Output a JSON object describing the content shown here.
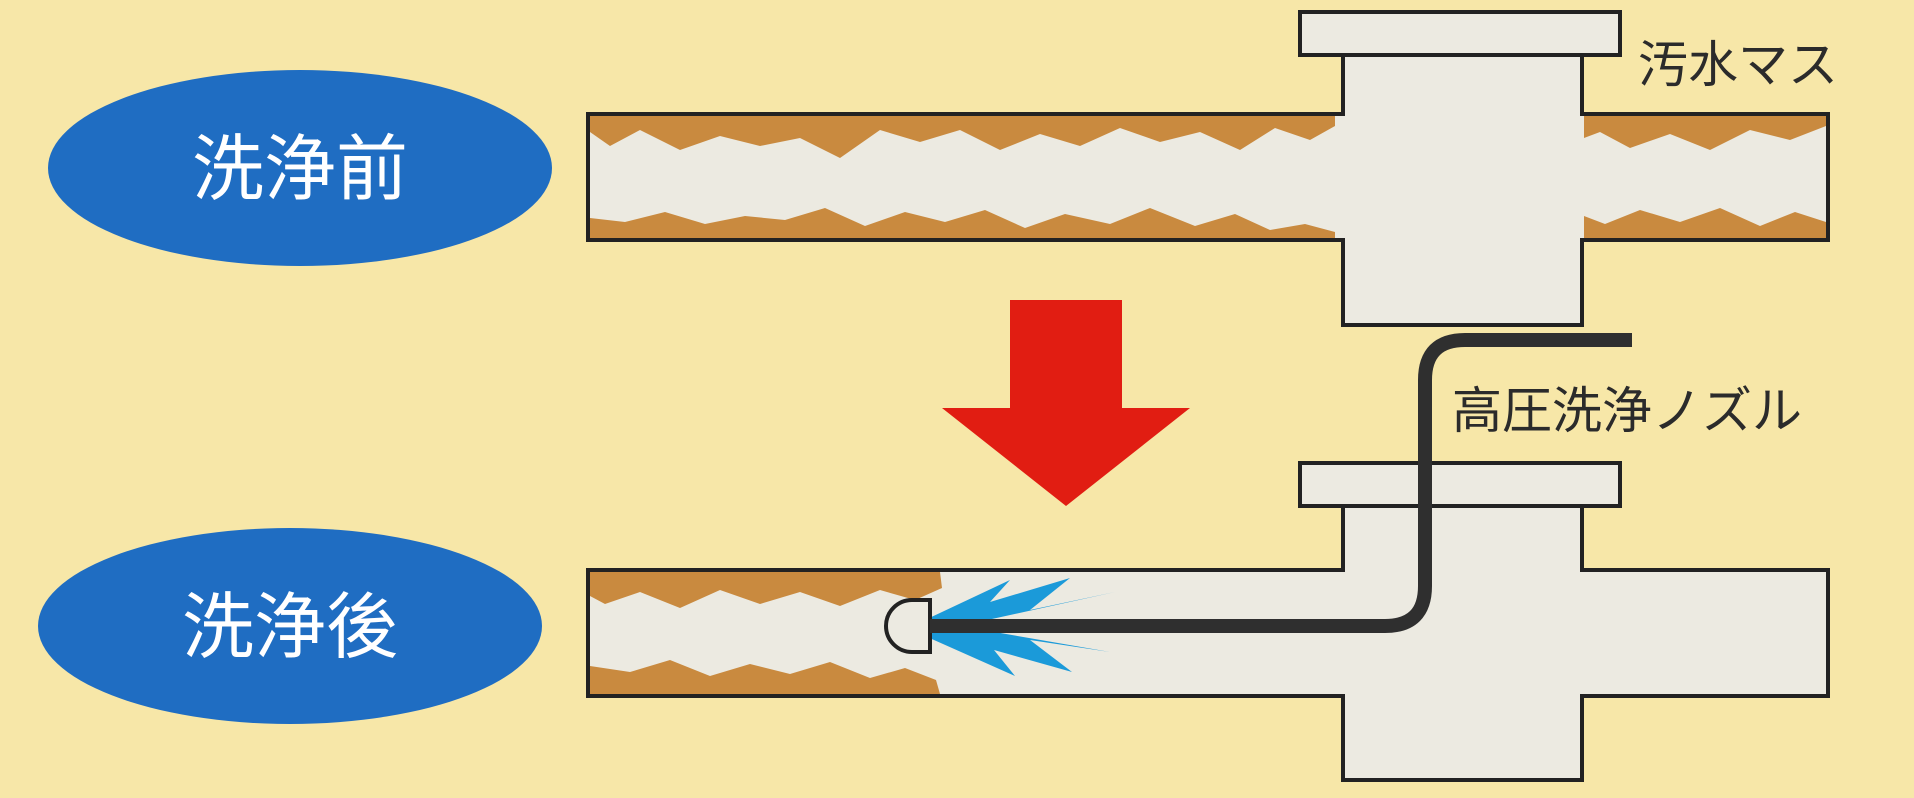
{
  "labels": {
    "before": "洗浄前",
    "after": "洗浄後",
    "sewage_basin": "汚水マス",
    "nozzle": "高圧洗浄ノズル"
  },
  "colors": {
    "background": "#f7e7a8",
    "badge": "#1f6dc2",
    "pipe_fill": "#eceae1",
    "pipe_outline": "#222222",
    "sludge": "#c98a3f",
    "arrow": "#e11d12",
    "water_jet": "#1b9ad9",
    "hose": "#2f2f2f"
  }
}
